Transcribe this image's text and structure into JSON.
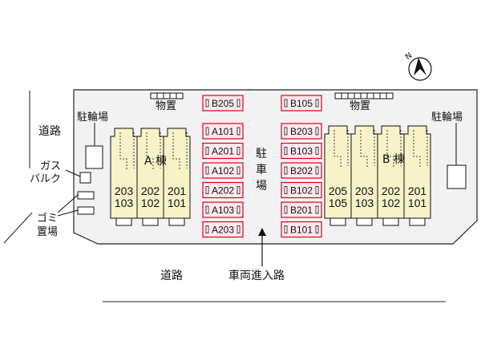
{
  "labels": {
    "road_left": "道路",
    "road_bottom": "道路",
    "entrance": "車両進入路",
    "storage_left": "物置",
    "storage_right": "物置",
    "bike_left": "駐輪場",
    "bike_right": "駐輪場",
    "gas_line1": "ガス",
    "gas_line2": "バルク",
    "trash_line1": "ゴミ",
    "trash_line2": "置場",
    "parking_line1": "駐",
    "parking_line2": "車",
    "parking_line3": "場",
    "building_a": "A 棟",
    "building_b": "B 棟"
  },
  "parking_top": {
    "left": "B205",
    "right": "B105"
  },
  "parking_left": [
    "A101",
    "A201",
    "A102",
    "A202",
    "A103",
    "A203"
  ],
  "parking_right": [
    "B203",
    "B103",
    "B202",
    "B102",
    "B201",
    "B101"
  ],
  "building_a_units": [
    {
      "upper": "203",
      "lower": "103"
    },
    {
      "upper": "202",
      "lower": "102"
    },
    {
      "upper": "201",
      "lower": "101"
    }
  ],
  "building_b_units": [
    {
      "upper": "205",
      "lower": "105"
    },
    {
      "upper": "203",
      "lower": "103"
    },
    {
      "upper": "202",
      "lower": "102"
    },
    {
      "upper": "201",
      "lower": "101"
    }
  ],
  "compass": "N",
  "colors": {
    "building_fill": "#f7f2c8",
    "parking_fill": "#ffe8ee",
    "parking_stroke": "#e0001a",
    "site_fill": "#f2f2f2"
  }
}
